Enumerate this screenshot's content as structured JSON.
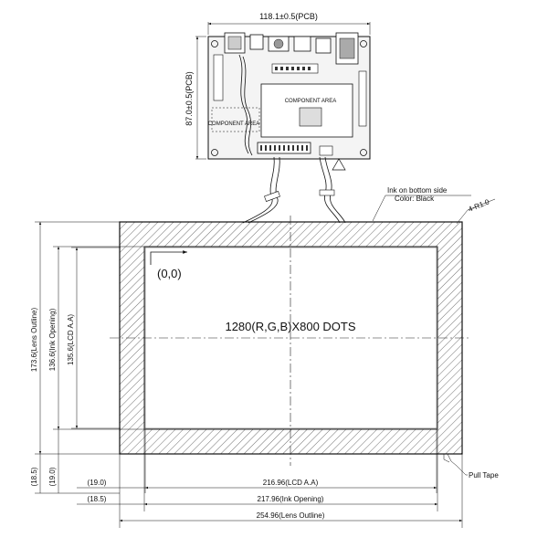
{
  "pcb": {
    "width_label": "118.1±0.5(PCB)",
    "height_label": "87.0±0.5(PCB)",
    "component_area_right": "COMPONENT AREA",
    "component_area_left": "COMPONENT AREA"
  },
  "panel": {
    "ink_note_line1": "Ink on bottom side",
    "ink_note_line2": "Color: Black",
    "corner_radius": "4-R1.0",
    "origin_label": "(0,0)",
    "resolution_label": "1280(R,G,B)X800 DOTS",
    "pull_tape_label": "Pull Tape"
  },
  "dimensions": {
    "lens_outline_height": "173.6(Lens Outline)",
    "ink_opening_height": "136.6(Ink Opening)",
    "lcd_aa_height": "135.6(LCD A.A)",
    "bottom_offset_lens": "(18.5)",
    "bottom_offset_lcd": "(19.0)",
    "left_offset_lcd": "(19.0)",
    "left_offset_ink": "(18.5)",
    "lcd_aa_width": "216.96(LCD A.A)",
    "ink_opening_width": "217.96(Ink Opening)",
    "lens_outline_width": "254.96(Lens Outline)"
  }
}
